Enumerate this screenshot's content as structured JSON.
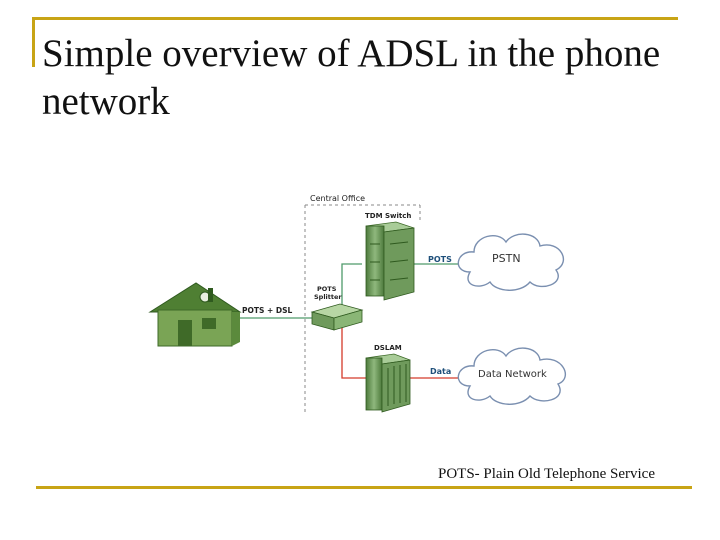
{
  "slide": {
    "title": "Simple overview of ADSL in the phone network",
    "caption": "POTS- Plain Old Telephone Service"
  },
  "diagram": {
    "central_office_label": "Central Office",
    "tdm_switch_label": "TDM Switch",
    "pots_splitter_label_line1": "POTS",
    "pots_splitter_label_line2": "Splitter",
    "dslam_label": "DSLAM",
    "home_link_label": "POTS + DSL",
    "pots_link_label": "POTS",
    "data_link_label": "Data",
    "pstn_cloud_label": "PSTN",
    "data_network_cloud_label": "Data Network",
    "colors": {
      "accent_rule": "#c8a415",
      "house_green": "#5d8a3a",
      "equipment_green": "#6f9a5c",
      "pots_line": "#4f9a6a",
      "data_line": "#d43a2a",
      "cloud_outline": "#7a8fb0"
    }
  }
}
